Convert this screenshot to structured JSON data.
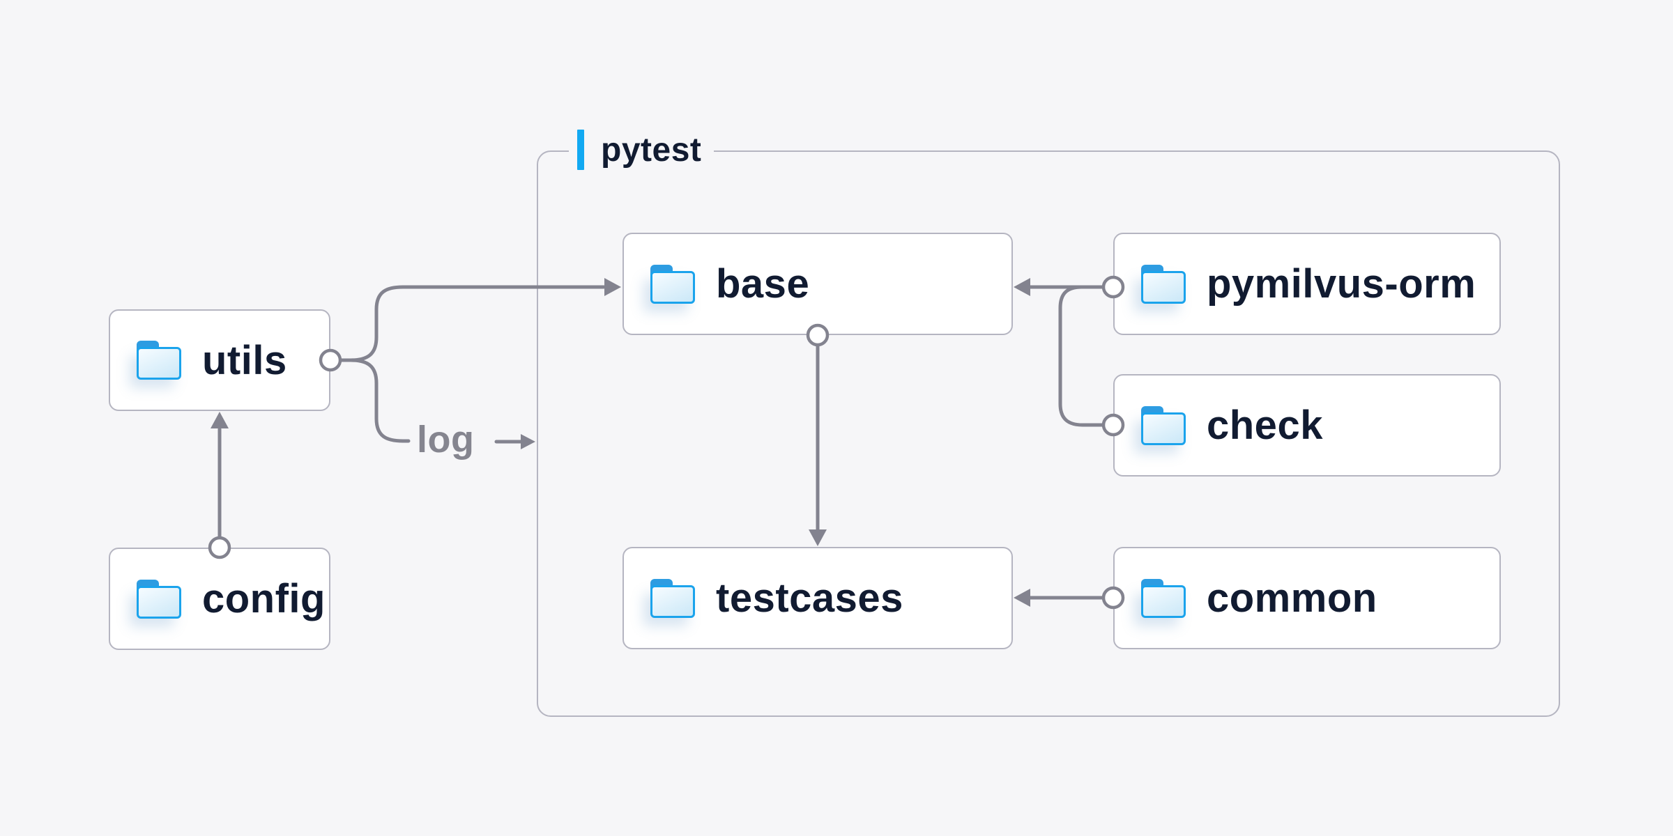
{
  "container": {
    "label": "pytest"
  },
  "nodes": {
    "utils": {
      "label": "utils",
      "icon": "folder-icon"
    },
    "config": {
      "label": "config",
      "icon": "folder-icon"
    },
    "base": {
      "label": "base",
      "icon": "folder-icon"
    },
    "pymilvus_orm": {
      "label": "pymilvus-orm",
      "icon": "folder-icon"
    },
    "check": {
      "label": "check",
      "icon": "folder-icon"
    },
    "testcases": {
      "label": "testcases",
      "icon": "folder-icon"
    },
    "common": {
      "label": "common",
      "icon": "folder-icon"
    }
  },
  "edges": [
    {
      "from": "config",
      "to": "utils"
    },
    {
      "from": "utils",
      "to": "base"
    },
    {
      "from": "utils",
      "to": "pytest",
      "label": "log"
    },
    {
      "from": "pymilvus-orm",
      "to": "base"
    },
    {
      "from": "check",
      "to": "base"
    },
    {
      "from": "base",
      "to": "testcases"
    },
    {
      "from": "common",
      "to": "testcases"
    }
  ],
  "colors": {
    "background": "#f6f6f8",
    "node_background": "#ffffff",
    "border": "#b5b5c1",
    "line": "#83838f",
    "accent_blue": "#12a9f2",
    "folder_blue": "#1aa3ec",
    "text": "#111b31",
    "edge_label_text": "#85858f"
  }
}
